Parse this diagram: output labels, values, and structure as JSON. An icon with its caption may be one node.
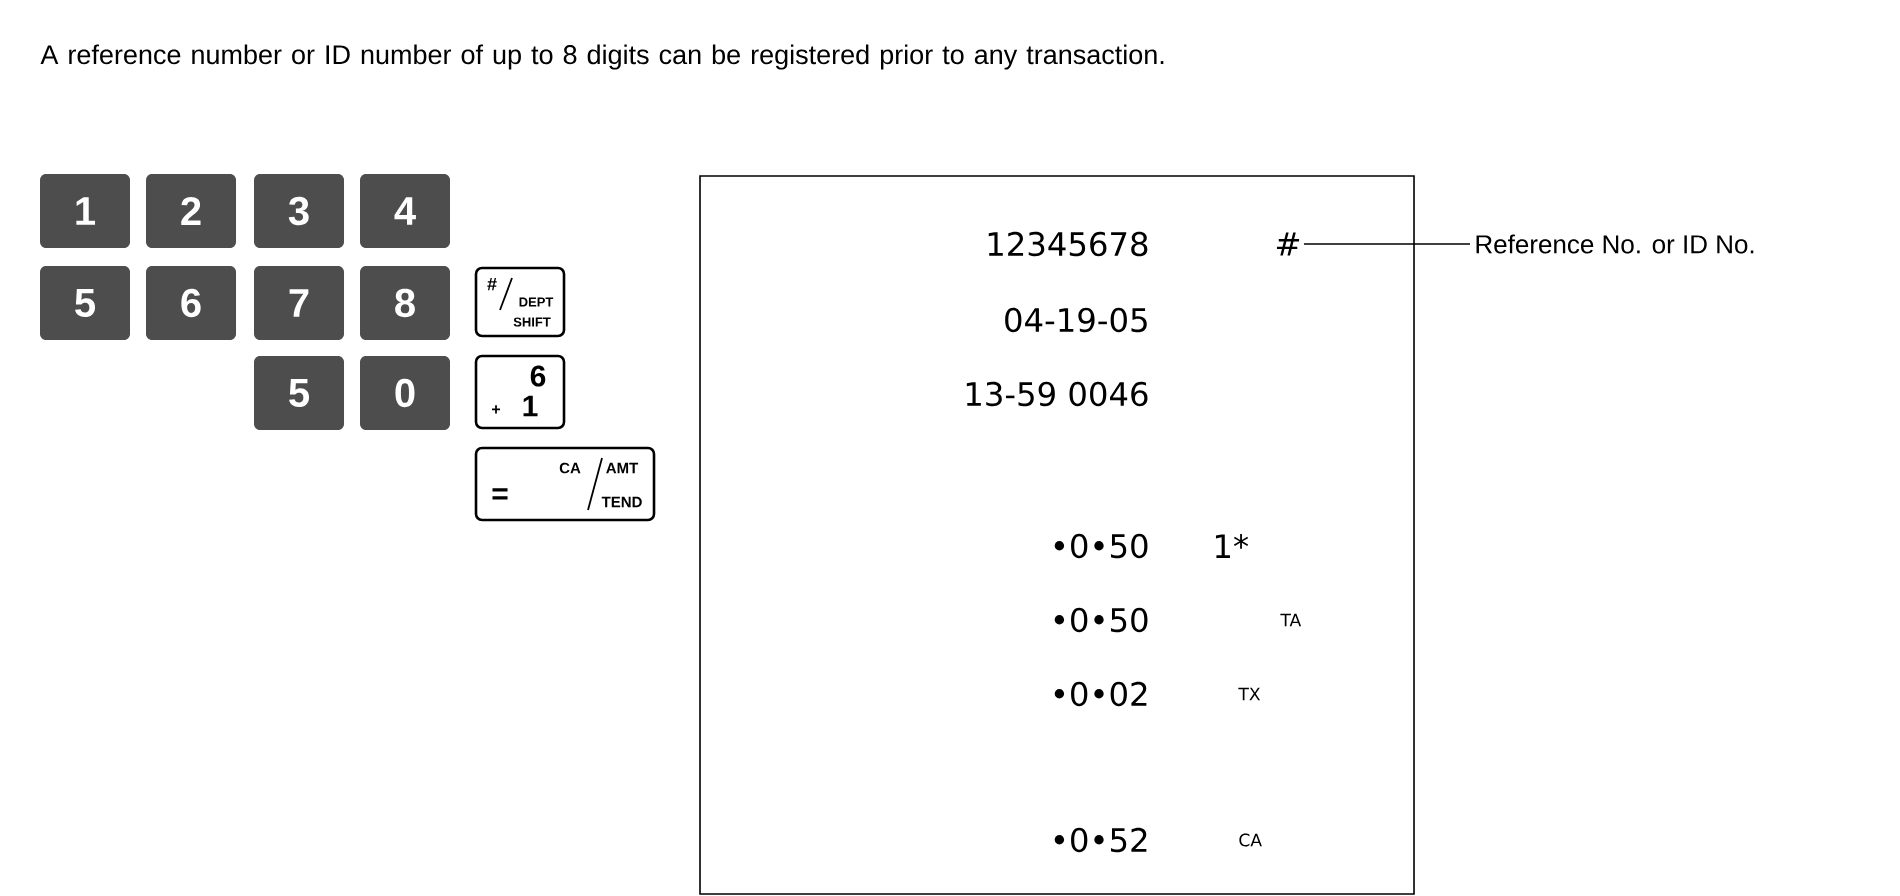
{
  "diagram": {
    "nodes": [
      {
        "text": [
          "1"
        ]
      },
      {
        "text": [
          "2"
        ]
      },
      {
        "text": [
          "3"
        ]
      },
      {
        "text": [
          "4"
        ]
      },
      {
        "text": [
          "5"
        ]
      },
      {
        "text": [
          "6"
        ]
      },
      {
        "text": [
          "7"
        ]
      },
      {
        "text": [
          "8"
        ]
      },
      {
        "text": [
          "#",
          "DEPT",
          "SHIFT"
        ]
      },
      {
        "text": [
          "5"
        ]
      },
      {
        "text": [
          "0"
        ]
      },
      {
        "text": [
          "6",
          "+",
          "1"
        ]
      },
      {
        "text": [
          "=",
          "CA",
          "AMT",
          "TEND"
        ]
      },
      {
        "text": [
          "12345678",
          "04-19-05",
          "13-59 0046",
          "•0•50",
          "1*",
          "•0•50",
          "TA",
          "•0•02",
          "TX",
          "•0•52",
          "CA"
        ]
      },
      {
        "text": [
          "#"
        ],
        "in": 13
      },
      {
        "text": [
          "Reference No. or ID No."
        ]
      }
    ],
    "edges": [
      {
        "from": 14,
        "to": 15,
        "arrow": "none"
      }
    ],
    "labels": [
      "A reference number or ID number of up to 8 digits can be registered prior to any transaction."
    ]
  }
}
